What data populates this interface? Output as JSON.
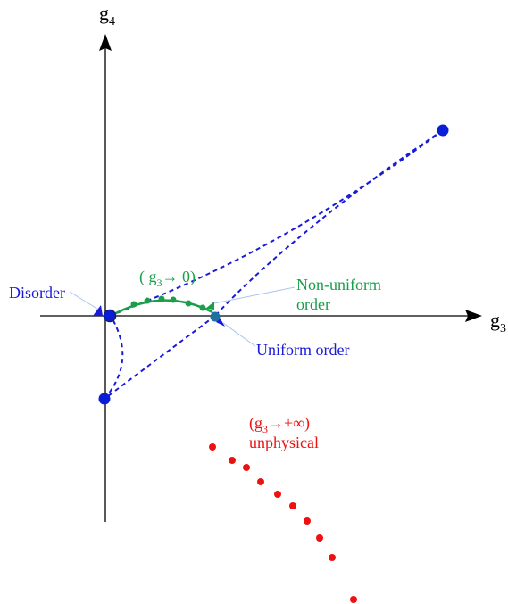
{
  "axes": {
    "x_label": "g",
    "x_sub": "3",
    "y_label": "g",
    "y_sub": "4"
  },
  "labels": {
    "disorder": "Disorder",
    "uniform_order": "Uniform order",
    "non_uniform_order_line1": "Non-uniform",
    "non_uniform_order_line2": "order",
    "g3_to_zero_prefix": "( g",
    "g3_to_zero_sub": "3",
    "g3_to_zero_suffix": "→ 0)",
    "g3_to_inf_prefix": "(g",
    "g3_to_inf_sub": "3",
    "g3_to_inf_suffix": "→+∞)",
    "unphysical": "unphysical"
  },
  "colors": {
    "axis": "#000000",
    "blue": "#1a1ad9",
    "dot_blue": "#0a1ed8",
    "green": "#1a9e4a",
    "red": "#ee1111",
    "teal_dot": "#1f6fa0",
    "leader": "#a9c4ea"
  }
}
